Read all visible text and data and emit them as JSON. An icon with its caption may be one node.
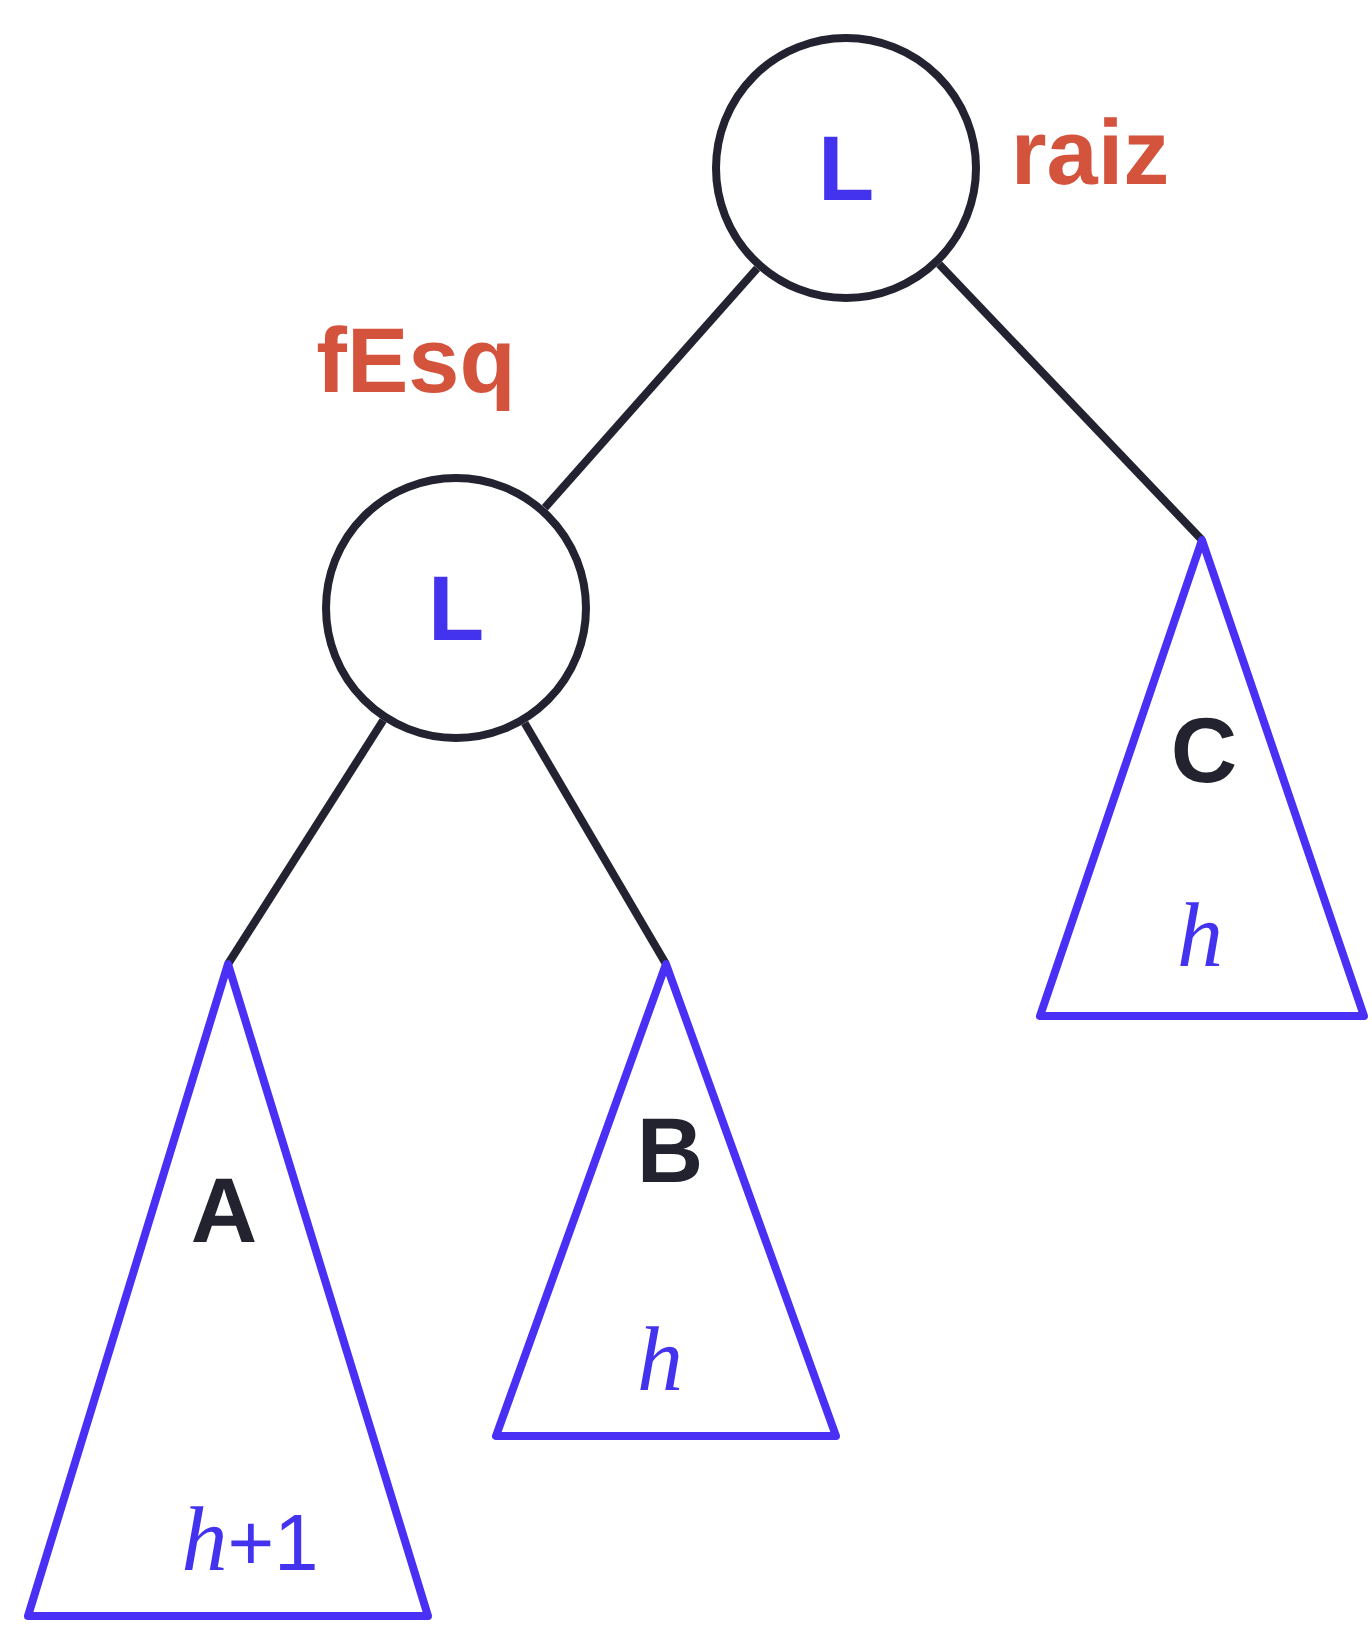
{
  "diagram": {
    "nodes": [
      {
        "text": [
          "L"
        ],
        "beside": [
          "raiz"
        ]
      },
      {
        "text": [
          "L"
        ],
        "beside": [
          "fEsq"
        ]
      },
      {
        "text": [
          "A",
          "*h*+1"
        ]
      },
      {
        "text": [
          "B",
          "h"
        ]
      },
      {
        "text": [
          "C",
          "h"
        ]
      }
    ],
    "edges": [
      {
        "from": 0,
        "to": 1,
        "arrow": "none"
      },
      {
        "from": 0,
        "to": 4,
        "arrow": "none"
      },
      {
        "from": 1,
        "to": 2,
        "arrow": "none"
      },
      {
        "from": 1,
        "to": 3,
        "arrow": "none"
      }
    ]
  }
}
